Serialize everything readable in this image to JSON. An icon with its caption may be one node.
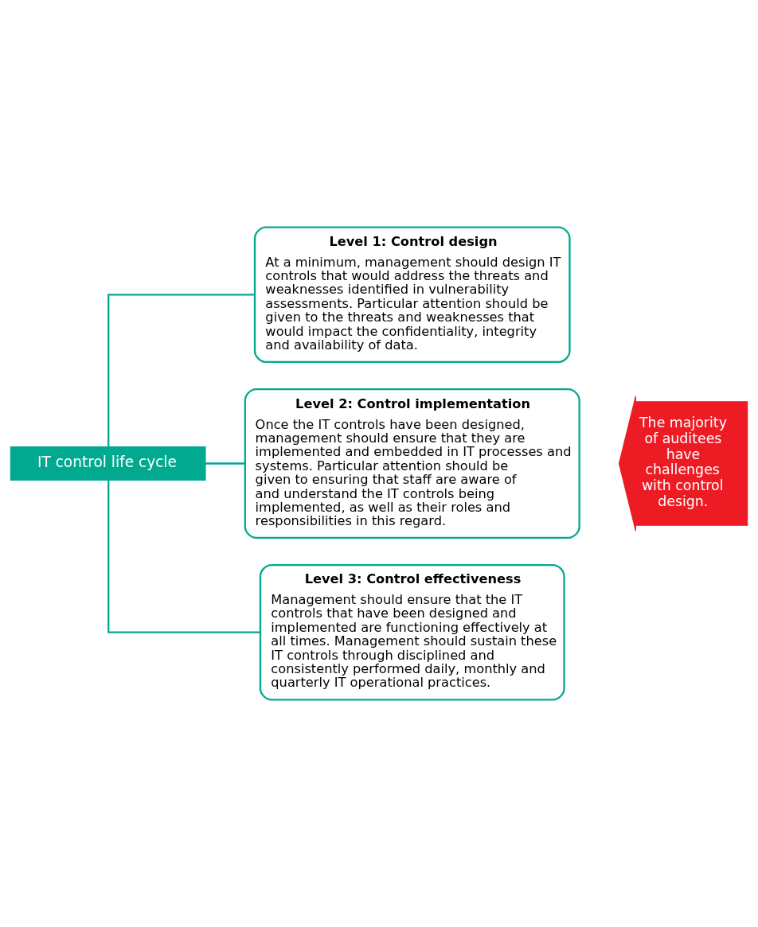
{
  "diagram": {
    "nodes": [
      {
        "text": [
          "IT control life cycle"
        ]
      },
      {
        "text": [
          "Level 1: Control design",
          "At a minimum, management should design IT controls that would address the threats and weaknesses identified in vulnerability assessments. Particular attention should be given to the threats and weaknesses that would impact the confidentiality, integrity and availability of data."
        ]
      },
      {
        "text": [
          "Level 2: Control implementation",
          "Once the IT controls have been designed, management should ensure that they are implemented and embedded in IT processes and systems. Particular attention should be given to ensuring that staff are aware of and understand the IT controls being implemented, as well as their roles and responsibilities in this regard."
        ]
      },
      {
        "text": [
          "Level 3: Control effectiveness",
          "Management should ensure that the IT controls that have been designed and implemented are functioning effectively at all times. Management should sustain these IT controls through disciplined and consistently performed daily, monthly and quarterly IT operational practices."
        ]
      },
      {
        "text": [
          "The majority of auditees have challenges with control design."
        ]
      }
    ],
    "edges": [
      {
        "from": 0,
        "to": 1,
        "arrow": "none"
      },
      {
        "from": 0,
        "to": 2,
        "arrow": "none"
      },
      {
        "from": 0,
        "to": 3,
        "arrow": "none"
      }
    ]
  }
}
